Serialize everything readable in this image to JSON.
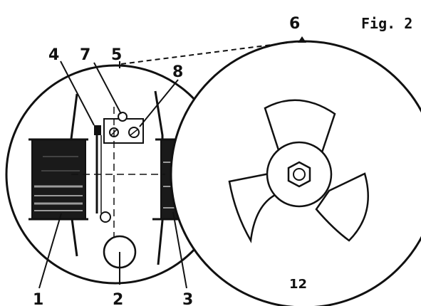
{
  "figure": {
    "title": "Fig. 2",
    "labels": {
      "l1": "1",
      "l2": "2",
      "l3": "3",
      "l4": "4",
      "l5": "5",
      "l6": "6",
      "l7": "7",
      "l8": "8",
      "l12": "12"
    }
  },
  "colors": {
    "ink": "#111111",
    "paper": "#ffffff",
    "coil_dark": "#1a1a1a",
    "coil_stripe": "#9a9a9a"
  }
}
